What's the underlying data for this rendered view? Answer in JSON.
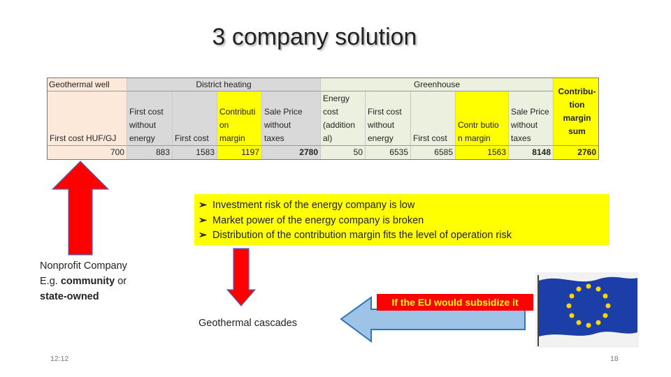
{
  "title": "3 company solution",
  "table": {
    "groups": {
      "geothermal": "Geothermal well",
      "district": "District heating",
      "greenhouse": "Greenhouse",
      "contribution_sum": "Contribu-\ntion\nmargin\nsum"
    },
    "columns": [
      {
        "label": "First cost HUF/GJ",
        "value": "700"
      },
      {
        "label": "First cost\nwithout\nenergy",
        "value": "883"
      },
      {
        "label": "First cost",
        "value": "1583"
      },
      {
        "label": "Contributi\non\nmargin",
        "value": "1197"
      },
      {
        "label": "Sale Price\nwithout\ntaxes",
        "value": "2780"
      },
      {
        "label": "Energy\ncost\n(addition\nal)",
        "value": "50"
      },
      {
        "label": "First cost\nwithout\nenergy",
        "value": "6535"
      },
      {
        "label": "First cost",
        "value": "6585"
      },
      {
        "label": "Contr butio\nn margin",
        "value": "1563"
      },
      {
        "label": "Sale Price\nwithout\ntaxes",
        "value": "8148"
      },
      {
        "label": "",
        "value": "2760"
      }
    ]
  },
  "bullets": [
    "Investment risk of the energy company is low",
    "Market power of the energy company is broken",
    "Distribution of the contribution margin fits the level of operation risk"
  ],
  "nonprofit": {
    "line1": "Nonprofit Company",
    "line2_prefix": "E.g. ",
    "line2_bold": "community",
    "line2_suffix": " or",
    "line3": "state-owned"
  },
  "eu_label": "If the EU would subsidize it",
  "cascades": "Geothermal cascades",
  "footer": {
    "time": "12:12",
    "page": "18"
  },
  "colors": {
    "arrow_red": "#ff0000",
    "arrow_blue": "#9dc3e6",
    "highlight_yellow": "#ffff00",
    "eu_blue": "#1b3fa6",
    "eu_star": "#ffd700"
  }
}
